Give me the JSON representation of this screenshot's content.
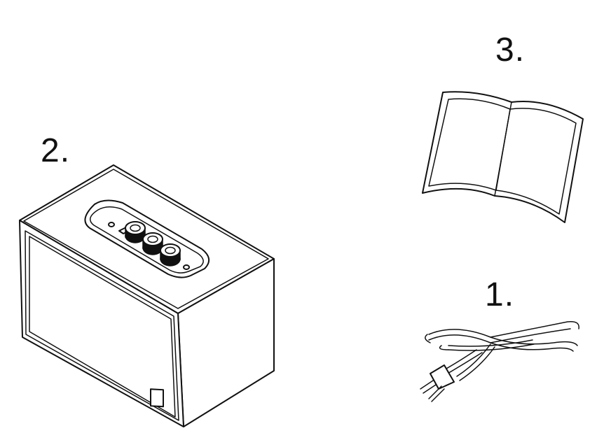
{
  "items": [
    {
      "label": "1.",
      "icon": "power-cable-icon"
    },
    {
      "label": "2.",
      "icon": "speaker-icon"
    },
    {
      "label": "3.",
      "icon": "manual-booklet-icon"
    }
  ]
}
